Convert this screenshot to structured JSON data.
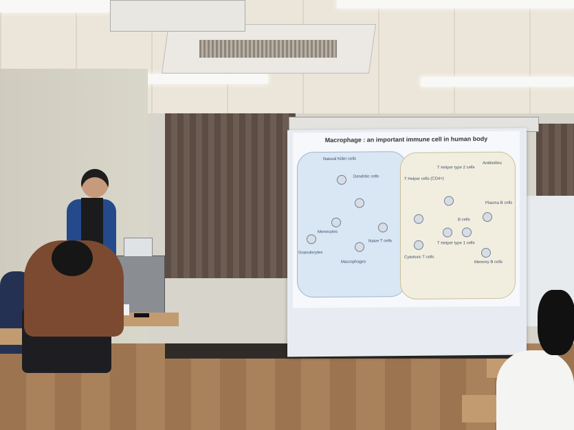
{
  "scene": {
    "description_free": true
  },
  "slide": {
    "title": "Macrophage : an important immune cell in human body",
    "labels": {
      "nk": "Natural Killer cells",
      "dendritic": "Dendritic cells",
      "monocytes": "Monocytes",
      "granulocytes": "Granulocytes",
      "macrophages": "Macrophages",
      "naive_t": "Naive T cells",
      "th_cd4": "T Helper cells (CD4+)",
      "th2": "T Helper type 2 cells",
      "antibodies": "Antibodies",
      "plasma_b": "Plasma B cells",
      "b_cells": "B cells",
      "th1": "T Helper type 1 cells",
      "cytotoxic": "Cytotoxic T cells",
      "memory_b": "Memory B cells"
    }
  },
  "colors": {
    "innate_panel": "#d9e6f4",
    "adaptive_panel": "#f2eedf",
    "presenter_jacket": "#244a8c",
    "student_hoodie": "#7c4a30"
  }
}
